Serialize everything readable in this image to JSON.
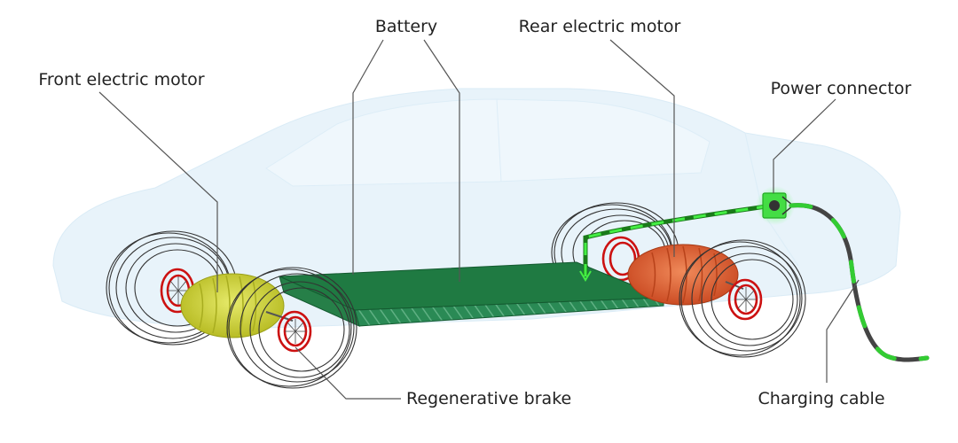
{
  "labels": {
    "battery": "Battery",
    "rear_motor": "Rear electric motor",
    "front_motor": "Front electric motor",
    "power_connector": "Power connector",
    "regenerative_brake": "Regenerative brake",
    "charging_cable": "Charging cable"
  },
  "colors": {
    "body_tint": "#cfe7f5",
    "battery_top": "#1f7a42",
    "battery_side": "#2e8b57",
    "front_motor": "#c9cf2e",
    "rear_motor": "#d9552a",
    "brake_disc": "#cc1111",
    "cable_green": "#33cc33",
    "cable_dark": "#444444",
    "connector_glow": "#44dd44"
  }
}
